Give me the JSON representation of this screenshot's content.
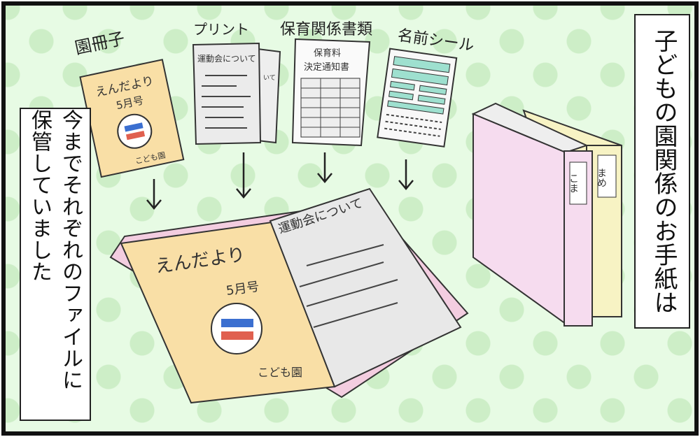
{
  "captions": {
    "right": "子どもの園関係のお手紙は",
    "left_line1": "今までそれぞれのファイルに",
    "left_line2": "保管していました"
  },
  "labels": {
    "booklet": "園冊子",
    "print": "プリント",
    "documents": "保育関係書類",
    "name_stickers": "名前シール"
  },
  "booklet": {
    "title": "えんだより",
    "issue": "5月号",
    "school": "こども園"
  },
  "print": {
    "title": "運動会について",
    "back_fragment": "いて"
  },
  "documents": {
    "title_line1": "保育料",
    "title_line2": "決定通知書"
  },
  "binders": {
    "left_label": "こま",
    "right_label": "まめ"
  },
  "colors": {
    "background": "#e7fbe4",
    "dots": "#cdeec7",
    "booklet": "#f9dfa6",
    "binder_pink": "#f6dcef",
    "binder_yellow": "#f7f3c4",
    "sticker": "#9ee0cf"
  }
}
